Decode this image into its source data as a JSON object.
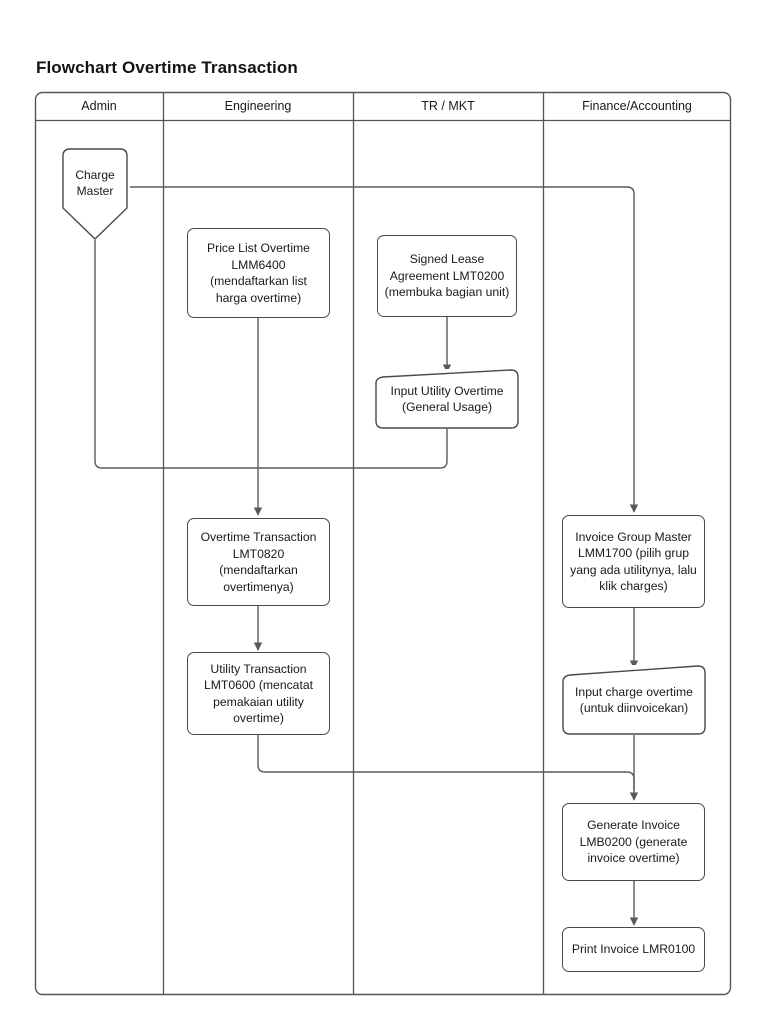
{
  "title": "Flowchart Overtime Transaction",
  "lanes": [
    {
      "id": "admin",
      "label": "Admin"
    },
    {
      "id": "engineering",
      "label": "Engineering"
    },
    {
      "id": "tr-mkt",
      "label": "TR / MKT"
    },
    {
      "id": "finance-accounting",
      "label": "Finance/Accounting"
    }
  ],
  "nodes": {
    "charge_master": {
      "label": "Charge\nMaster",
      "lane": "Admin",
      "shape": "shield"
    },
    "price_list_overtime": {
      "label": "Price List Overtime LMM6400 (mendaftarkan list harga overtime)",
      "lane": "Engineering",
      "shape": "process"
    },
    "signed_lease_agreement": {
      "label": "Signed Lease Agreement LMT0200 (membuka bagian unit)",
      "lane": "TR / MKT",
      "shape": "process"
    },
    "input_utility_overtime": {
      "label": "Input Utility Overtime (General Usage)",
      "lane": "TR / MKT",
      "shape": "manual-input"
    },
    "overtime_transaction": {
      "label": "Overtime Transaction LMT0820 (mendaftarkan overtimenya)",
      "lane": "Engineering",
      "shape": "process"
    },
    "utility_transaction": {
      "label": "Utility Transaction LMT0600 (mencatat pemakaian utility overtime)",
      "lane": "Engineering",
      "shape": "process"
    },
    "invoice_group_master": {
      "label": "Invoice Group Master LMM1700 (pilih grup yang ada utilitynya, lalu klik charges)",
      "lane": "Finance/Accounting",
      "shape": "process"
    },
    "input_charge_overtime": {
      "label": "Input charge overtime (untuk diinvoicekan)",
      "lane": "Finance/Accounting",
      "shape": "manual-input"
    },
    "generate_invoice": {
      "label": "Generate Invoice LMB0200 (generate invoice overtime)",
      "lane": "Finance/Accounting",
      "shape": "process"
    },
    "print_invoice": {
      "label": "Print Invoice LMR0100",
      "lane": "Finance/Accounting",
      "shape": "process"
    }
  },
  "edges": [
    {
      "from": "charge_master",
      "to": "invoice_group_master",
      "arrow": true
    },
    {
      "from": "charge_master",
      "to": "overtime_transaction",
      "arrow": false
    },
    {
      "from": "price_list_overtime",
      "to": "overtime_transaction",
      "arrow": true
    },
    {
      "from": "signed_lease_agreement",
      "to": "input_utility_overtime",
      "arrow": true
    },
    {
      "from": "input_utility_overtime",
      "to": "overtime_transaction",
      "arrow": false
    },
    {
      "from": "overtime_transaction",
      "to": "utility_transaction",
      "arrow": true
    },
    {
      "from": "invoice_group_master",
      "to": "input_charge_overtime",
      "arrow": true
    },
    {
      "from": "input_charge_overtime",
      "to": "generate_invoice",
      "arrow": true
    },
    {
      "from": "utility_transaction",
      "to": "generate_invoice",
      "arrow": false
    },
    {
      "from": "generate_invoice",
      "to": "print_invoice",
      "arrow": true
    }
  ],
  "colors": {
    "stroke": "#4a4a4a",
    "connector": "#5a5a5a",
    "frame": "#555555",
    "text": "#1a1a1a",
    "background": "#ffffff"
  }
}
